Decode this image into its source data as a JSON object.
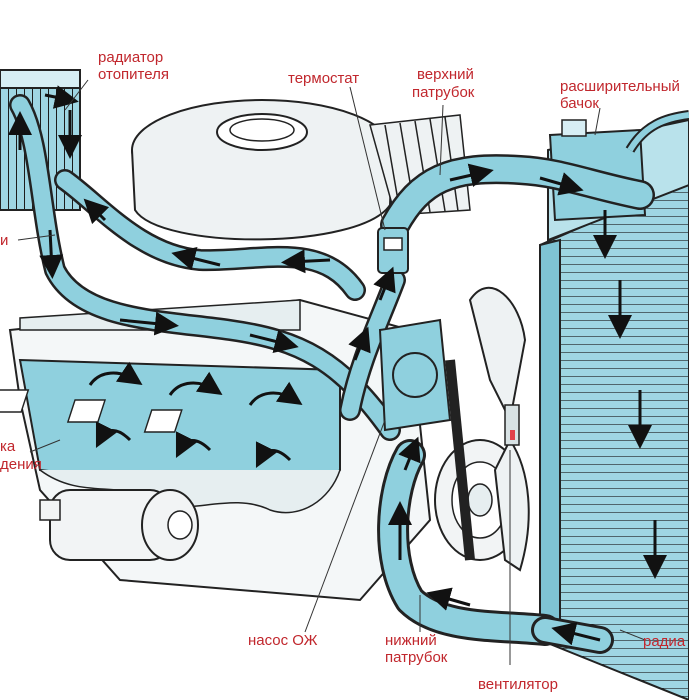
{
  "labels": {
    "heater_radiator": [
      "радиатор",
      "отопителя"
    ],
    "thermostat": "термостат",
    "upper_hose": [
      "верхний",
      "патрубок"
    ],
    "expansion_tank": [
      "расширительный",
      "бачок"
    ],
    "cut_left_top": "и",
    "cooling_jacket": [
      "ка",
      "дения"
    ],
    "coolant_pump": "насос ОЖ",
    "lower_hose": [
      "нижний",
      "патрубок"
    ],
    "fan": "вентилятор",
    "radiator": "радиа"
  },
  "colors": {
    "label": "#c1272d",
    "coolant": "#8fd0de",
    "outline": "#222222",
    "arrow": "#111111",
    "block": "#eaf6f9"
  }
}
